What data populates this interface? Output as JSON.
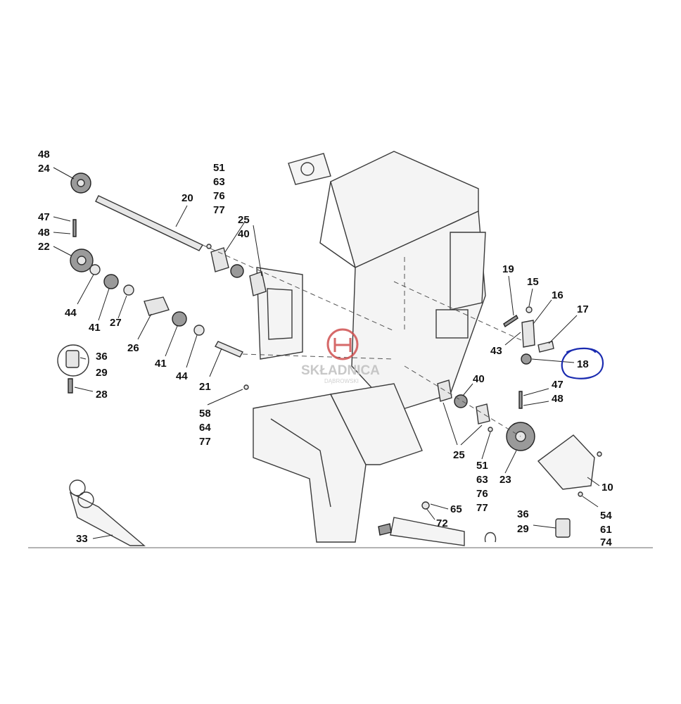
{
  "diagram": {
    "callouts": {
      "c48a": "48",
      "c24": "24",
      "c20": "20",
      "c51a": "51",
      "c63a": "63",
      "c76a": "76",
      "c77a": "77",
      "c25a": "25",
      "c40a": "40",
      "c47a": "47",
      "c48b": "48",
      "c22": "22",
      "c44a": "44",
      "c41a": "41",
      "c27": "27",
      "c26": "26",
      "c41b": "41",
      "c44b": "44",
      "c21": "21",
      "c36a": "36",
      "c29a": "29",
      "c28": "28",
      "c58": "58",
      "c64": "64",
      "c77b": "77",
      "c19": "19",
      "c15": "15",
      "c16": "16",
      "c17": "17",
      "c43": "43",
      "c18": "18",
      "c40b": "40",
      "c47b": "47",
      "c48c": "48",
      "c25b": "25",
      "c51b": "51",
      "c63b": "63",
      "c76b": "76",
      "c77c": "77",
      "c23": "23",
      "c10": "10",
      "c65": "65",
      "c72": "72",
      "c36b": "36",
      "c29b": "29",
      "c54": "54",
      "c61": "61",
      "c74": "74",
      "c33": "33"
    },
    "highlight": {
      "color": "#1a2bb0",
      "target": "18"
    }
  },
  "watermark": {
    "title": "SKŁADNICA",
    "subtitle": "DĄBROWSKI",
    "color": "#c8c8c8",
    "accent": "#d05050"
  }
}
